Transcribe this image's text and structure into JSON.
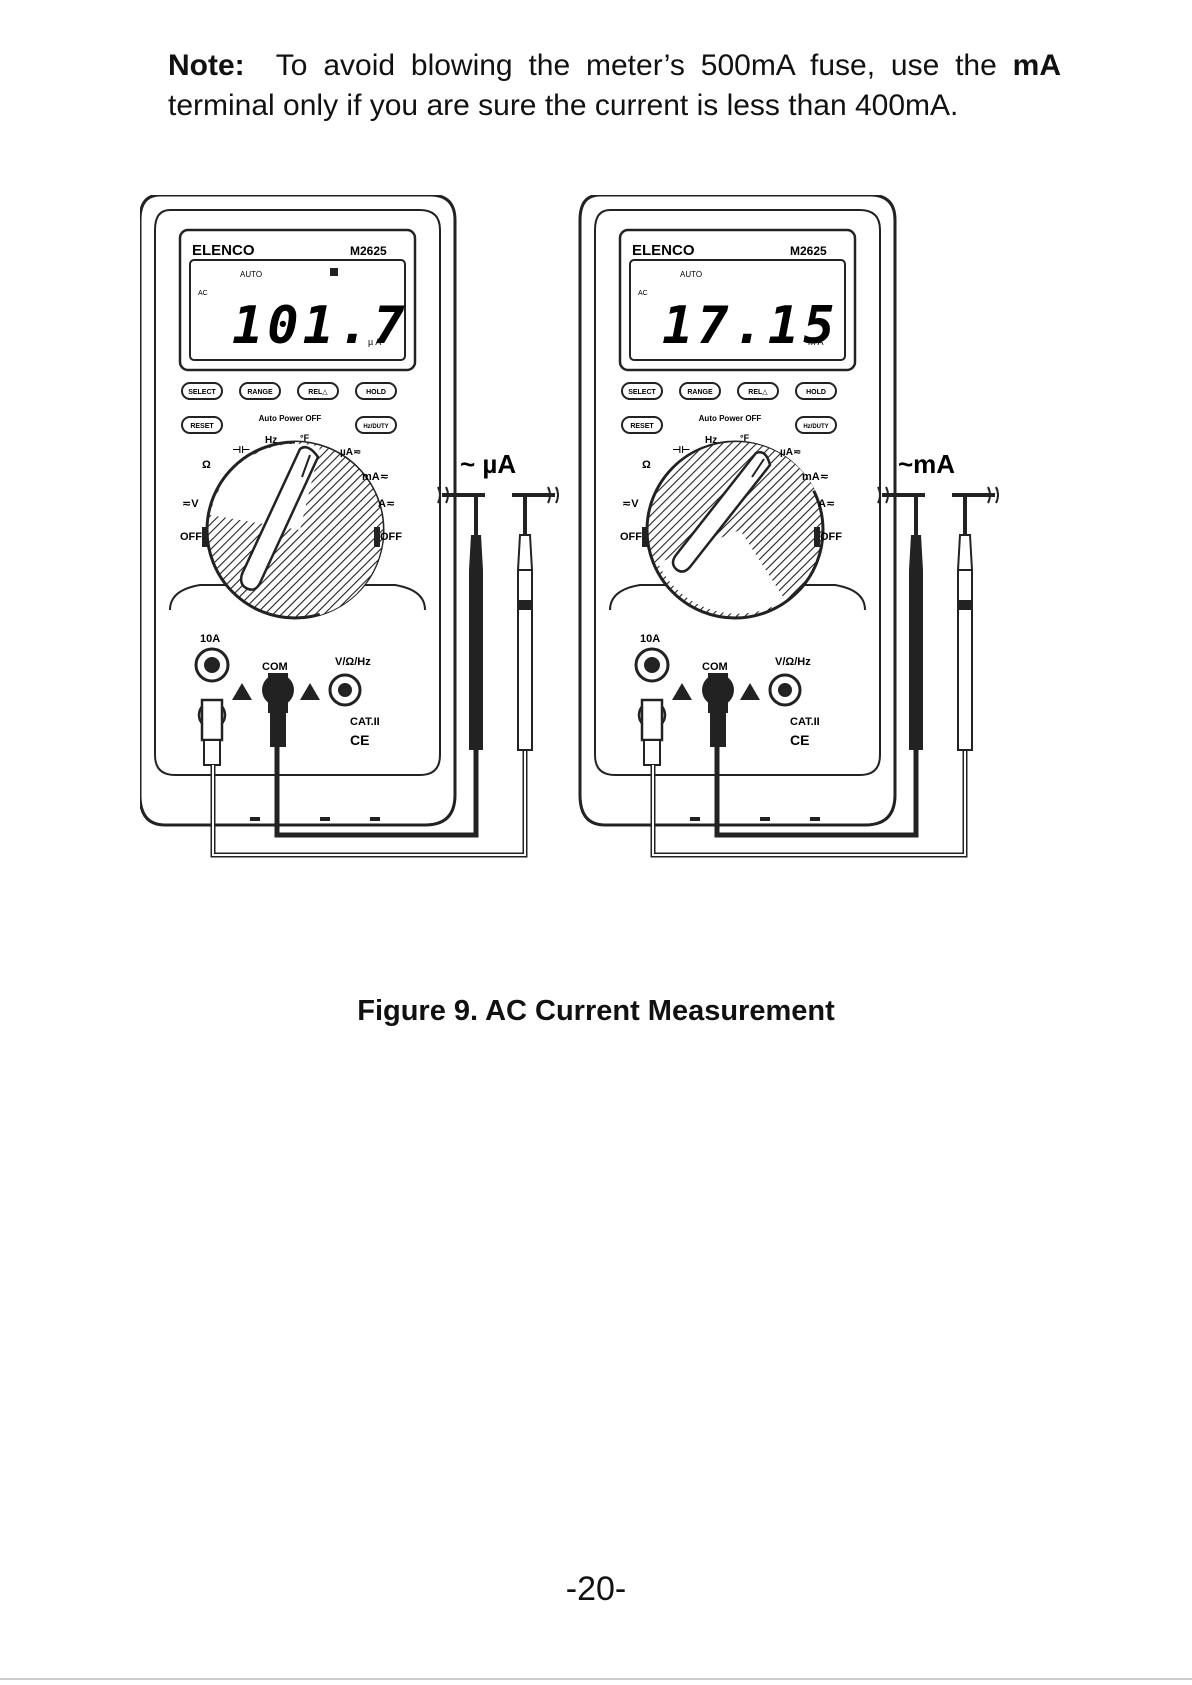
{
  "note": {
    "label": "Note:",
    "text_before": "To avoid blowing the meter’s 500mA fuse, use the",
    "bold_term": "mA",
    "text_after": "terminal only if you are sure the current is less than 400mA."
  },
  "meters": [
    {
      "brand": "ELENCO",
      "model": "M2625",
      "mode": "AC",
      "auto": "AUTO",
      "reading": "101.7",
      "unit": "µ A",
      "lead_label": "~ µA"
    },
    {
      "brand": "ELENCO",
      "model": "M2625",
      "mode": "AC",
      "auto": "AUTO",
      "reading": "17.15",
      "unit": "m A",
      "lead_label": "~mA"
    }
  ],
  "buttons": {
    "select": "SELECT",
    "range": "RANGE",
    "rel": "REL△",
    "hold": "HOLD",
    "reset": "RESET",
    "hz_duty": "Hz/DUTY",
    "auto_power_off": "Auto Power OFF"
  },
  "dial": {
    "off_left": "OFF",
    "off_right": "OFF",
    "volts": "≂V",
    "ohms": "Ω",
    "cap": "⊣⊢",
    "hz": "Hz",
    "temp": "°F",
    "ua": "µA≂",
    "ma": "mA≂",
    "a": "A≂"
  },
  "terminals": {
    "ten_a": "10A",
    "com": "COM",
    "volt_ohm": "V/Ω/Hz",
    "cat": "CAT.II",
    "ce": "CE"
  },
  "caption": "Figure 9.  AC Current Measurement",
  "page_number": "-20-"
}
